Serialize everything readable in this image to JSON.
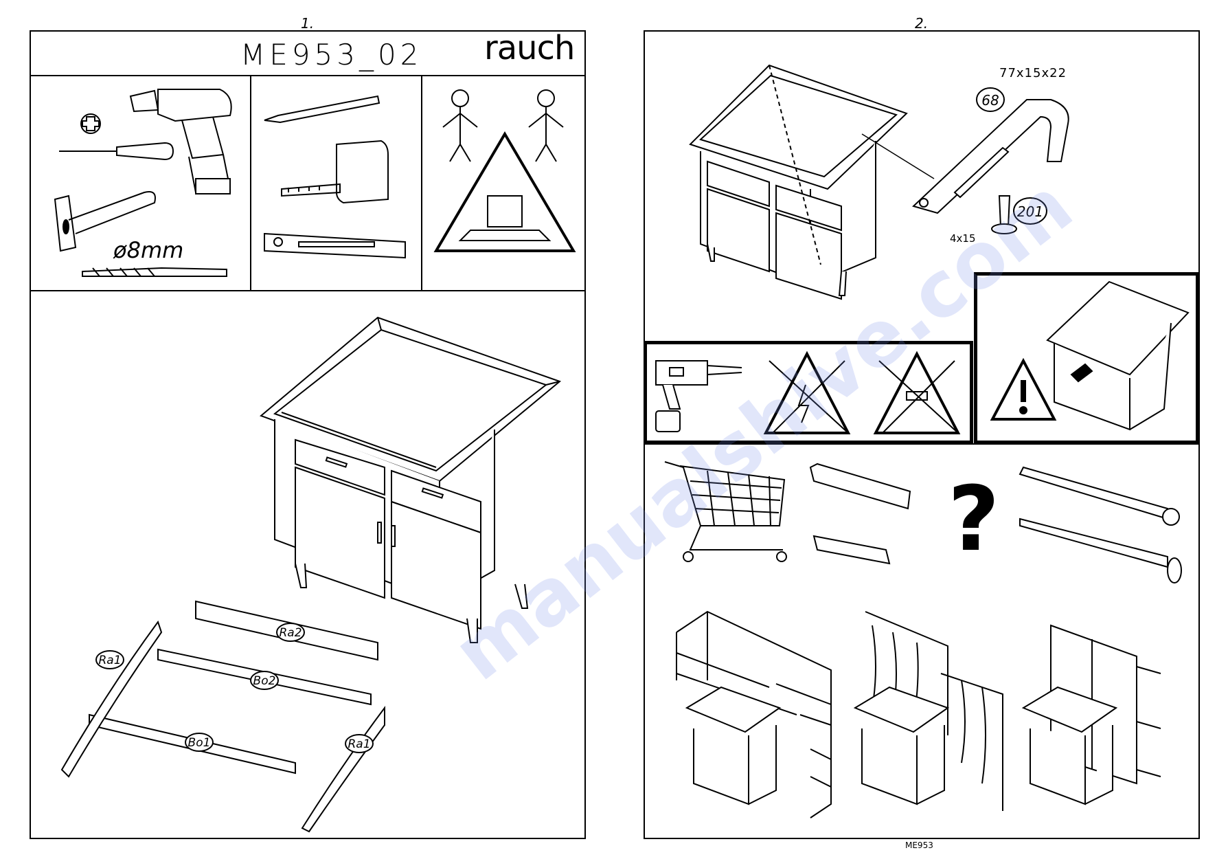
{
  "page1": {
    "page_number": "1.",
    "model_title": "ME953_02",
    "brand": "rauch",
    "drill_label": "ø8mm",
    "parts": [
      "Ra2",
      "Ra1",
      "Bo2",
      "Bo1",
      "Ra1"
    ]
  },
  "page2": {
    "page_number": "2.",
    "bracket_dims": "77x15x22",
    "bracket_part": "68",
    "screw_part": "201",
    "screw_dims": "4x15",
    "footer": "ME953"
  },
  "watermark": "manualshive.com",
  "icons": [
    "cordless-drill-icon",
    "phillips-screwdriver-icon",
    "hammer-icon",
    "drill-bit-icon",
    "pencil-icon",
    "tape-measure-icon",
    "spirit-level-icon",
    "two-person-icon",
    "warning-triangle-icon",
    "hammer-drill-icon",
    "no-electric-cable-icon",
    "no-water-pipe-icon",
    "tip-over-warning-icon",
    "shopping-cart-icon",
    "wall-plug-icon",
    "question-mark-icon",
    "wall-screw-icon"
  ]
}
